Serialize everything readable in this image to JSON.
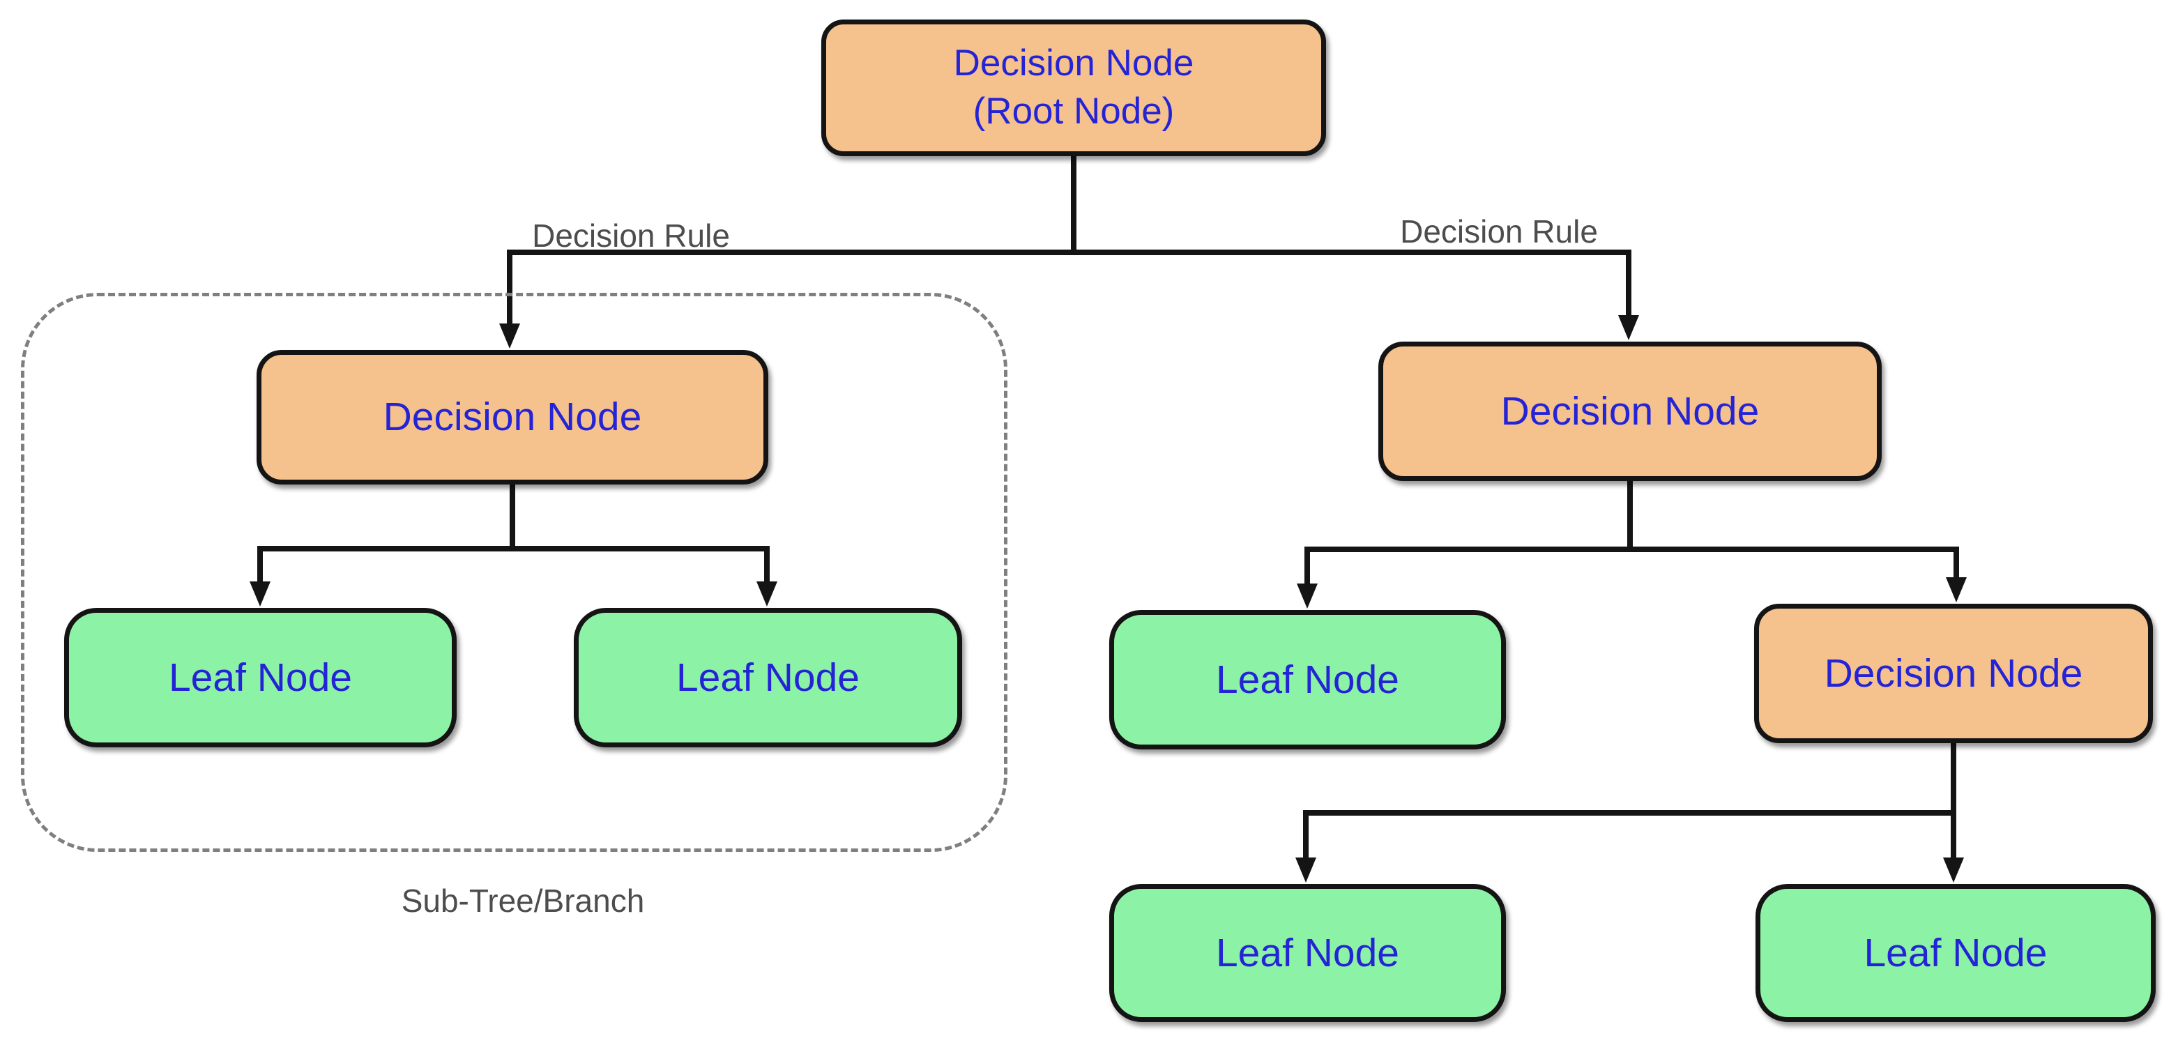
{
  "colors": {
    "decision_fill": "#F5C18D",
    "leaf_fill": "#8CF3A6",
    "node_text": "#2424D6",
    "edge": "#141414",
    "annotation": "#4D4D4D",
    "subtree_border": "#7F7F7F",
    "bg": "#FFFFFF"
  },
  "nodes": {
    "root": {
      "line1": "Decision Node",
      "line2": "(Root Node)"
    },
    "left_decision": {
      "label": "Decision Node"
    },
    "right_decision": {
      "label": "Decision Node"
    },
    "left_leaf_1": {
      "label": "Leaf Node"
    },
    "left_leaf_2": {
      "label": "Leaf Node"
    },
    "right_leaf": {
      "label": "Leaf Node"
    },
    "right_sub_decision": {
      "label": "Decision Node"
    },
    "bottom_leaf_1": {
      "label": "Leaf Node"
    },
    "bottom_leaf_2": {
      "label": "Leaf Node"
    }
  },
  "annotations": {
    "decision_rule_left": "Decision Rule",
    "decision_rule_right": "Decision Rule",
    "subtree_label": "Sub-Tree/Branch"
  }
}
